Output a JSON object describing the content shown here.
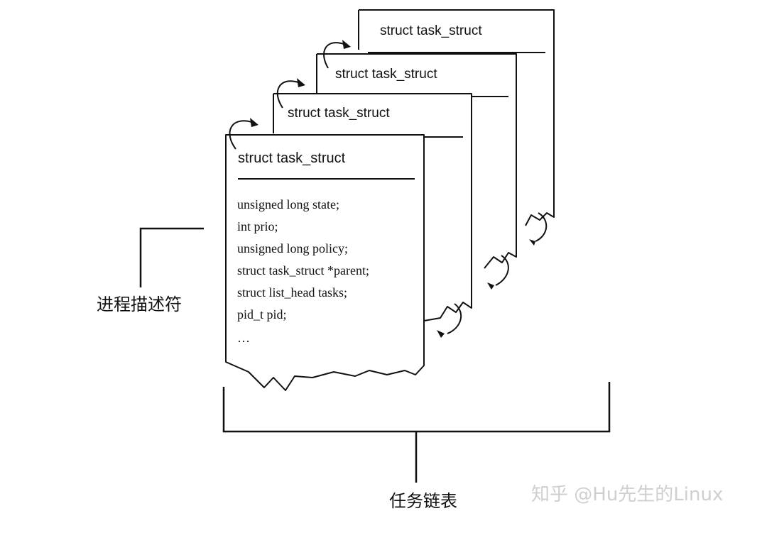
{
  "diagram": {
    "struct_headers": [
      "struct task_struct",
      "struct task_struct",
      "struct task_struct",
      "struct task_struct"
    ],
    "front_fields": [
      "unsigned long state;",
      "int prio;",
      "unsigned long policy;",
      "struct task_struct *parent;",
      "struct list_head tasks;",
      "pid_t pid;",
      "…"
    ],
    "label_descriptor": "进程描述符",
    "label_task_list": "任务链表",
    "watermark": "知乎 @Hu先生的Linux"
  },
  "colors": {
    "line": "#111111",
    "background": "#ffffff",
    "watermark": "#cfcfcf"
  }
}
